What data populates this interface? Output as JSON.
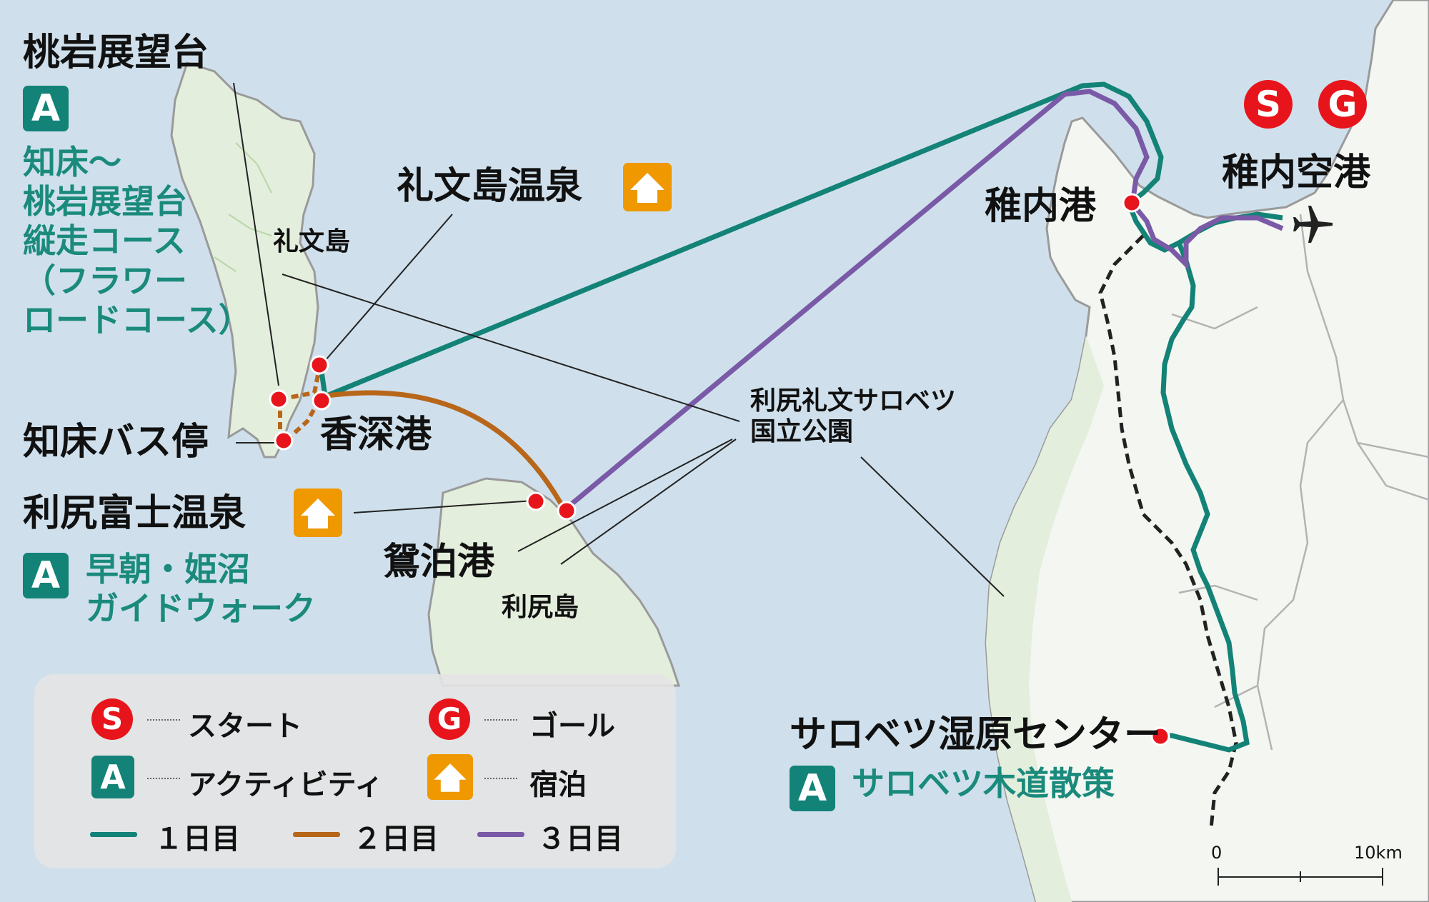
{
  "colors": {
    "sea": "#cfe0ec",
    "land": "#f3f6f1",
    "park": "#e4eedd",
    "day1": "#138277",
    "day2": "#b8661a",
    "day3": "#7a5aa6",
    "point": "#e8141b",
    "activity_badge": "#138277",
    "lodging": "#ef9800"
  },
  "places": {
    "momoiwa": "桃岩展望台",
    "rebun_onsen": "礼文島温泉",
    "rebun_island": "礼文島",
    "shiretoko_bus": "知床バス停",
    "kafuka": "香深港",
    "rishiri_fuji_onsen": "利尻富士温泉",
    "oshidomari": "鴛泊港",
    "rishiri_island": "利尻島",
    "park": "利尻礼文サロベツ\n国立公園",
    "wakkanai_port": "稚内港",
    "wakkanai_airport": "稚内空港",
    "sarobetsu_center": "サロベツ湿原センター"
  },
  "activities": [
    {
      "badge": "A",
      "text": "知床～\n桃岩展望台\n縦走コース\n（フラワー\nロードコース）"
    },
    {
      "badge": "A",
      "text": "早朝・姫沼\nガイドウォーク"
    },
    {
      "badge": "A",
      "text": "サロベツ木道散策"
    }
  ],
  "markers": {
    "start": "S",
    "goal": "G"
  },
  "icons": {
    "lodging": "house-icon",
    "airport": "airplane-icon",
    "activity": "activity-badge-icon"
  },
  "legend": {
    "start_label": "スタート",
    "goal_label": "ゴール",
    "activity_label": "アクティビティ",
    "lodging_label": "宿泊",
    "day1": "１日目",
    "day2": "２日目",
    "day3": "３日目"
  },
  "scale": {
    "start": "0",
    "end": "10km"
  }
}
